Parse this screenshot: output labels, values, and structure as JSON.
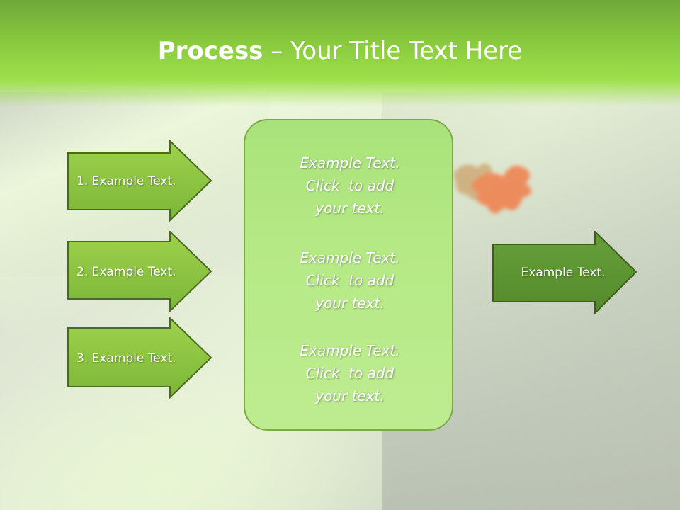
{
  "slide": {
    "title_bold": "Process",
    "title_rest": " – Your Title Text Here"
  },
  "input_arrows": [
    {
      "label": "1. Example Text."
    },
    {
      "label": "2. Example Text."
    },
    {
      "label": "3. Example Text."
    }
  ],
  "center_box": {
    "blocks": [
      {
        "line1": "Example Text.",
        "line2": "Click  to add",
        "line3": "your text."
      },
      {
        "line1": "Example Text.",
        "line2": "Click  to add",
        "line3": "your text."
      },
      {
        "line1": "Example Text.",
        "line2": "Click  to add",
        "line3": "your text."
      }
    ]
  },
  "output_arrow": {
    "label": "Example Text."
  },
  "colors": {
    "title_band": "#86c63d",
    "arrow_fill": "#8cc540",
    "arrow_border": "#4a6b1f",
    "output_arrow_fill": "#5e9333",
    "center_box_fill": "#b5e985",
    "center_box_border": "#7ea848",
    "text": "#ffffff"
  },
  "icons": {
    "background_decoration": "puzzle-piece-icon"
  }
}
